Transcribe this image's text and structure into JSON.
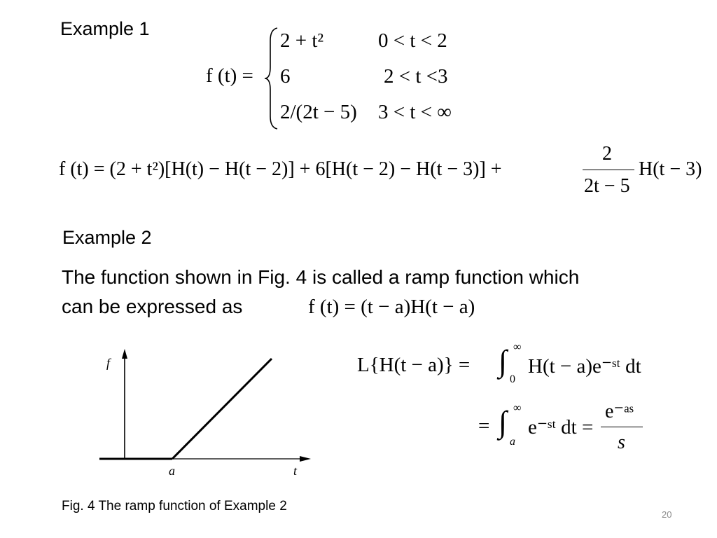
{
  "example1": {
    "heading": "Example 1",
    "lhs": "f (t) =",
    "cases": [
      {
        "expr": "2 + t²",
        "cond": "0 < t < 2"
      },
      {
        "expr": "6",
        "cond": "2 < t <3"
      },
      {
        "expr": "2/(2t − 5)",
        "cond": "3 < t < ∞"
      }
    ],
    "expansion": {
      "main": "f (t) = (2 + t²)[H(t) − H(t − 2)] + 6[H(t − 2) − H(t − 3)] +",
      "frac_num": "2",
      "frac_den": "2t − 5",
      "tail": "H(t − 3)"
    }
  },
  "example2": {
    "heading": "Example 2",
    "text_line1": "The function shown in Fig. 4 is called a ramp function which",
    "text_line2": "can be expressed as",
    "inline_formula": "f (t) = (t − a)H(t − a)",
    "laplace": {
      "lhs": "L{H(t − a)} =",
      "integral1": "∫",
      "lower1": "0",
      "upper1": "∞",
      "integrand1": "H(t − a)e⁻ˢᵗ dt",
      "eq2_lead": "=",
      "integral2": "∫",
      "lower2": "a",
      "upper2": "∞",
      "integrand2": "e⁻ˢᵗ dt =",
      "frac_num": "e⁻ᵃˢ",
      "frac_den": "s"
    },
    "figure": {
      "y_label": "f",
      "x_label": "t",
      "a_label": "a"
    },
    "caption": "Fig. 4 The ramp function of Example 2"
  },
  "page_number": "20"
}
